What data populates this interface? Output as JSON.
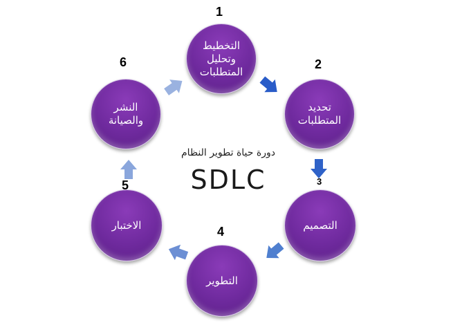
{
  "center": {
    "subtitle": "دورة حياة تطوير النظام",
    "title": "SDLC"
  },
  "stages": [
    {
      "number": "1",
      "label": "التخطيط وتحليل المتطلبات"
    },
    {
      "number": "2",
      "label": "تحديد المتطلبات"
    },
    {
      "number": "3",
      "label": "التصميم"
    },
    {
      "number": "4",
      "label": "التطوير"
    },
    {
      "number": "5",
      "label": "الاختبار"
    },
    {
      "number": "6",
      "label": "النشر والصيانة"
    }
  ],
  "colors": {
    "circle": "#6f2a9e",
    "arrow": "#2f5fc4"
  }
}
